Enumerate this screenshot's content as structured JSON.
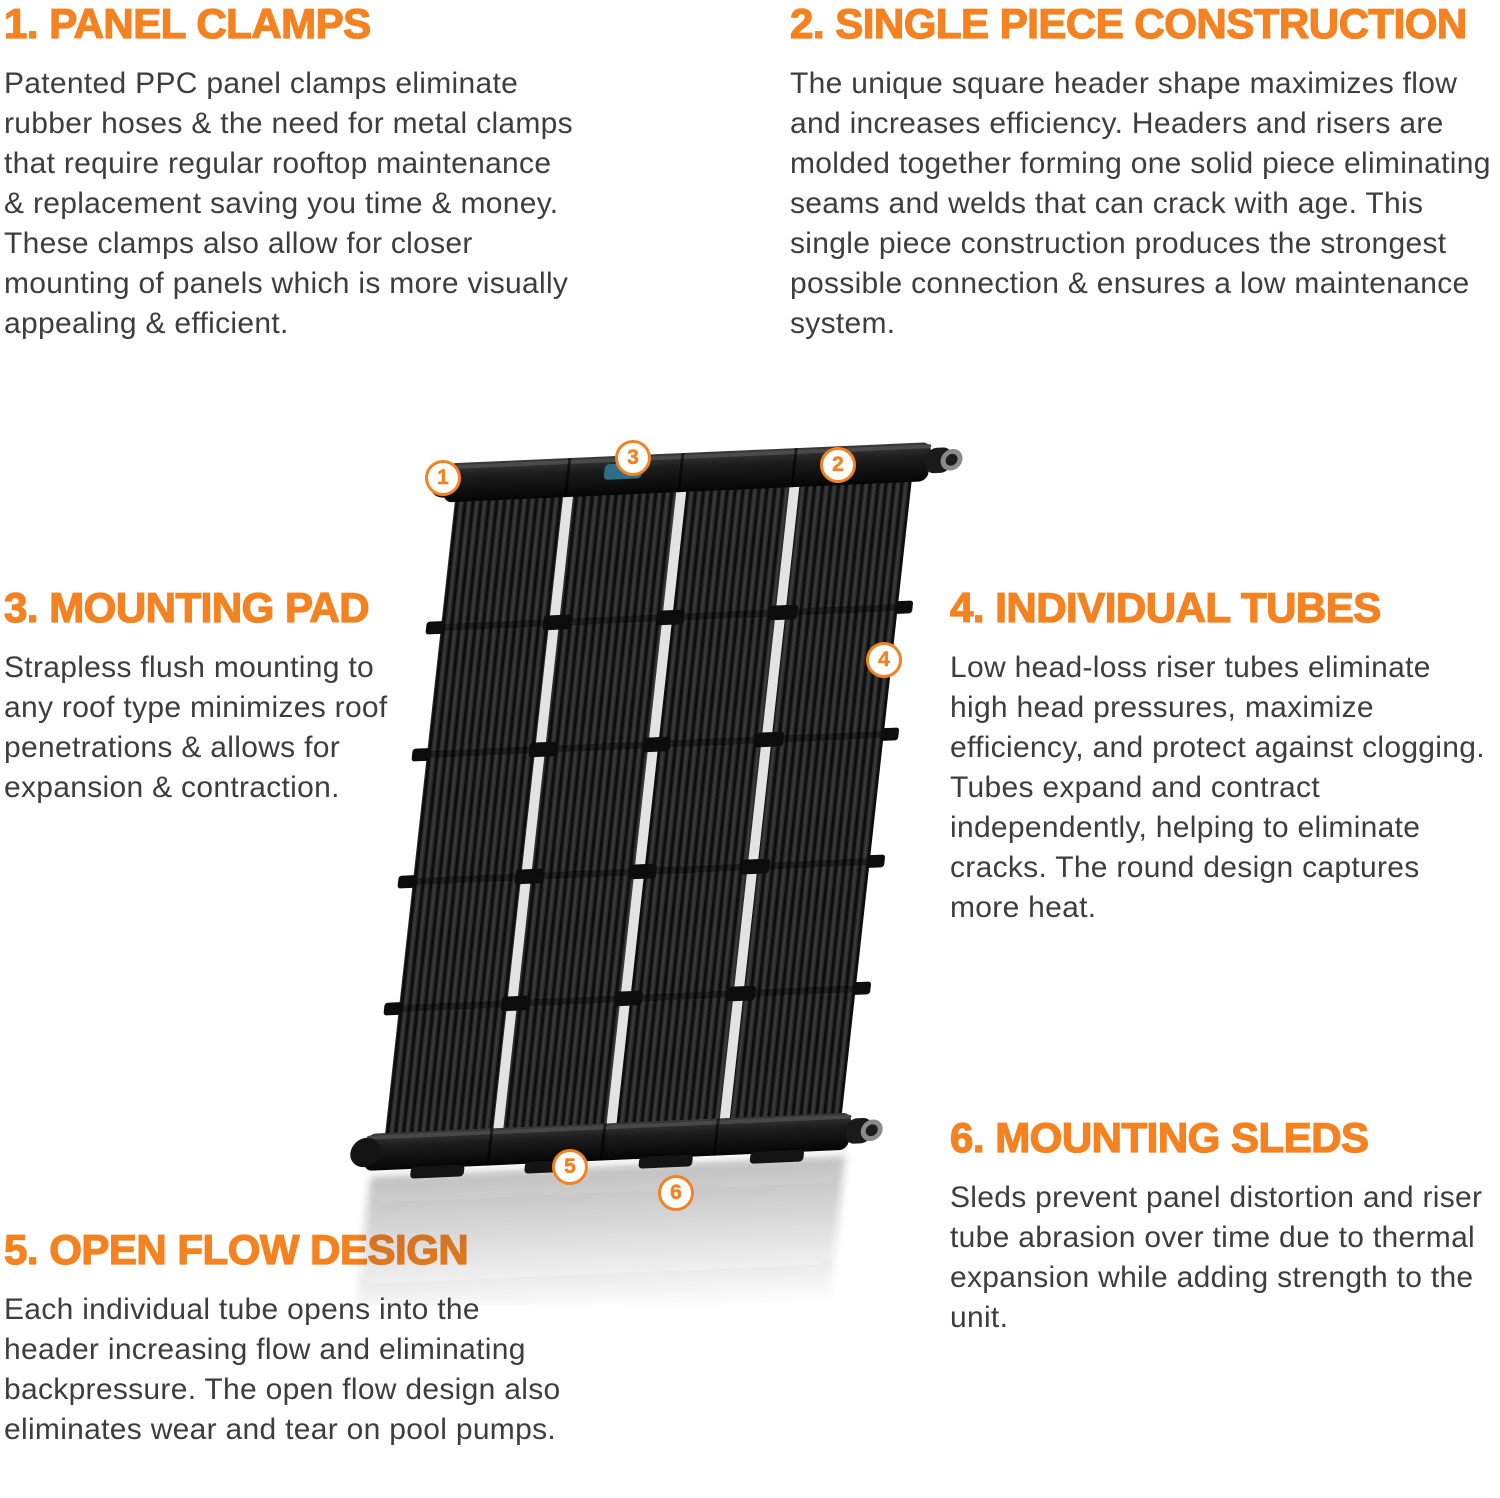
{
  "page": {
    "background": "#ffffff",
    "accent_color": "#f58220",
    "body_text_color": "#3d3d3d",
    "panel_color": "#1e1e1e"
  },
  "sections": [
    {
      "number": "1",
      "title": "1. PANEL CLAMPS",
      "body": "Patented PPC panel clamps eliminate rubber hoses & the need for metal clamps that require regular rooftop maintenance & replacement saving you time & money. These clamps also allow for closer mounting of panels which is more visually appealing & efficient."
    },
    {
      "number": "2",
      "title": "2. SINGLE PIECE CONSTRUCTION",
      "body": "The unique square header shape maximizes flow and increases efficiency. Headers and risers are molded together forming one solid piece eliminating seams and welds that can crack with age. This single piece construction produces the strongest possible connection & ensures a low maintenance system."
    },
    {
      "number": "3",
      "title": "3. MOUNTING PAD",
      "body": "Strapless flush mounting to any roof type minimizes roof penetrations & allows for expansion & contraction."
    },
    {
      "number": "4",
      "title": "4. INDIVIDUAL TUBES",
      "body": "Low head-loss riser tubes eliminate high head pressures, maximize efficiency, and protect against clogging. Tubes expand and contract independently, helping to eliminate cracks. The round design captures more heat."
    },
    {
      "number": "5",
      "title": "5. OPEN FLOW DESIGN",
      "body": "Each individual tube opens into the header increasing flow and eliminating backpressure. The open flow design also eliminates wear and tear on pool pumps."
    },
    {
      "number": "6",
      "title": "6. MOUNTING SLEDS",
      "body": "Sleds prevent panel distortion and riser tube abrasion over time due to thermal expansion while adding strength to the unit."
    }
  ],
  "badges": [
    {
      "label": "1"
    },
    {
      "label": "2"
    },
    {
      "label": "3"
    },
    {
      "label": "4"
    },
    {
      "label": "5"
    },
    {
      "label": "6"
    }
  ],
  "illustration": {
    "name": "solar pool heating panel",
    "parts": [
      "top header",
      "bottom header",
      "riser tube columns",
      "mounting straps",
      "mounting sleds",
      "pipe ports"
    ]
  }
}
